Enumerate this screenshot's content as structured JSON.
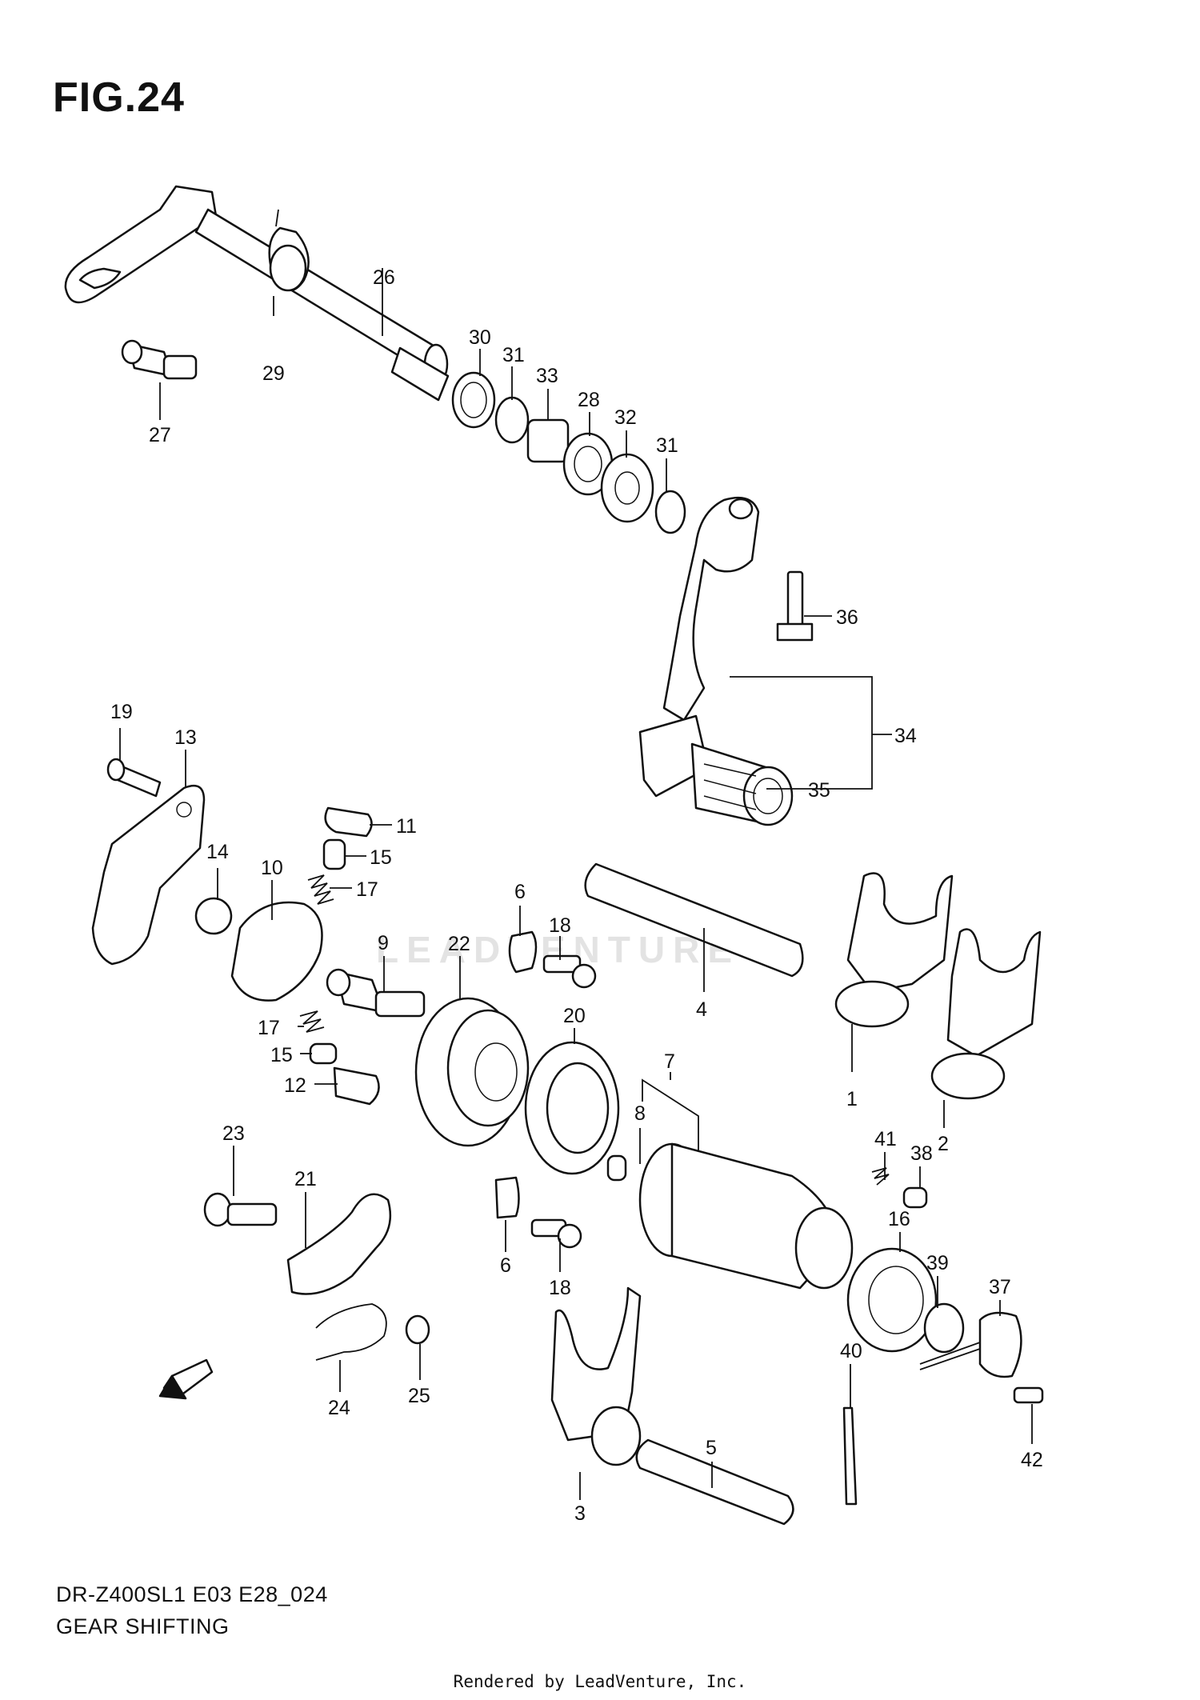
{
  "figure": {
    "title": "FIG.24"
  },
  "footer": {
    "model_code": "DR-Z400SL1 E03 E28_024",
    "subtitle": "GEAR SHIFTING",
    "rendered_by": "Rendered by LeadVenture, Inc."
  },
  "watermark": "LEADVENTURE",
  "fwd_arrow": "FWD",
  "callouts": [
    "1",
    "2",
    "3",
    "4",
    "5",
    "6",
    "6",
    "7",
    "8",
    "9",
    "10",
    "11",
    "12",
    "13",
    "14",
    "15",
    "15",
    "16",
    "17",
    "17",
    "18",
    "18",
    "19",
    "20",
    "21",
    "22",
    "23",
    "24",
    "25",
    "26",
    "27",
    "28",
    "29",
    "30",
    "31",
    "31",
    "32",
    "33",
    "34",
    "35",
    "36",
    "37",
    "38",
    "39",
    "40",
    "41",
    "42"
  ]
}
